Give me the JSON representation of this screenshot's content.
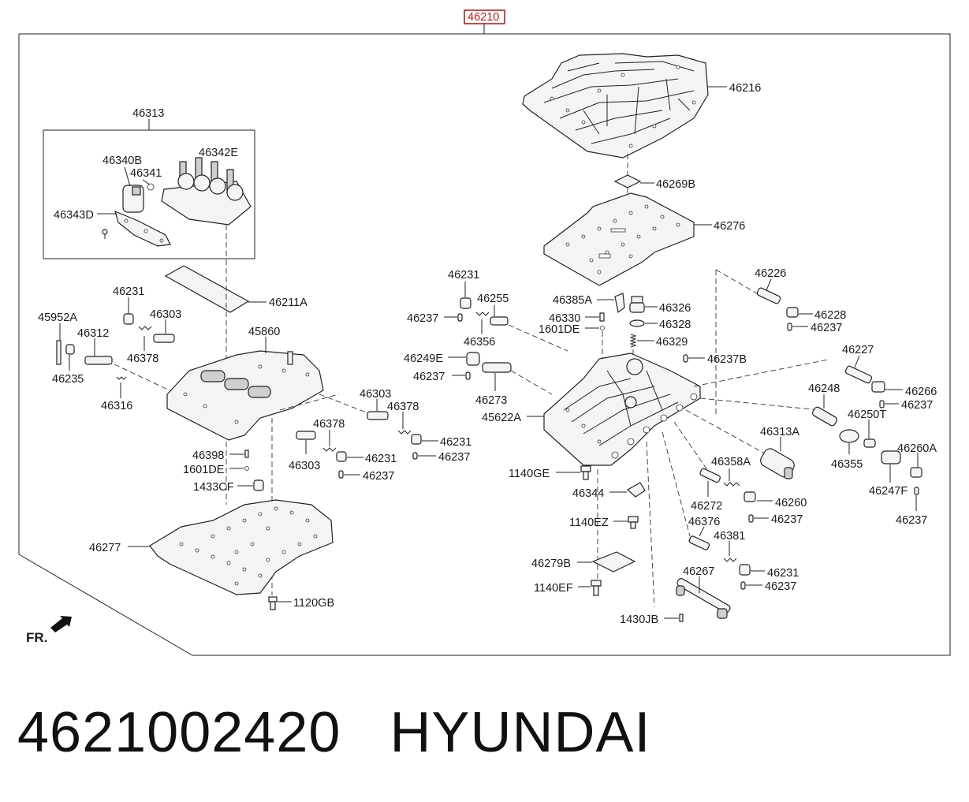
{
  "assembly_number": "46210",
  "part_number": "4621002420",
  "brand": "HYUNDAI",
  "front_marker": "FR.",
  "callouts": {
    "p46216": "46216",
    "p46269B": "46269B",
    "p46276": "46276",
    "p46313": "46313",
    "p46340B": "46340B",
    "p46342E": "46342E",
    "p46341": "46341",
    "p46343D": "46343D",
    "p46211A": "46211A",
    "p46231_a": "46231",
    "p46303_a": "46303",
    "p45952A": "45952A",
    "p46312": "46312",
    "p46378_a": "46378",
    "p46235": "46235",
    "p45860": "45860",
    "p46316": "46316",
    "p46303_b": "46303",
    "p46378_b": "46378",
    "p46231_b": "46231",
    "p46237_a": "46237",
    "p46378_c": "46378",
    "p46303_c": "46303",
    "p46231_c": "46231",
    "p46237_b": "46237",
    "p46398": "46398",
    "p1601DE_a": "1601DE",
    "p1433CF": "1433CF",
    "p46277": "46277",
    "p1120GB": "1120GB",
    "p46231_d": "46231",
    "p46255": "46255",
    "p46237_c": "46237",
    "p46356": "46356",
    "p46249E": "46249E",
    "p46237_d": "46237",
    "p46273": "46273",
    "p45622A": "45622A",
    "p46385A": "46385A",
    "p46326": "46326",
    "p46330": "46330",
    "p46328": "46328",
    "p1601DE_b": "1601DE",
    "p46329": "46329",
    "p46237B": "46237B",
    "p46226": "46226",
    "p46228": "46228",
    "p46237_e": "46237",
    "p46227": "46227",
    "p46266": "46266",
    "p46237_f": "46237",
    "p46248": "46248",
    "p46250T": "46250T",
    "p46313A": "46313A",
    "p46355": "46355",
    "p46260A": "46260A",
    "p46247F": "46247F",
    "p46237_g": "46237",
    "p46358A": "46358A",
    "p46272": "46272",
    "p46260": "46260",
    "p46237_h": "46237",
    "p1140GE": "1140GE",
    "p46344": "46344",
    "p1140EZ": "1140EZ",
    "p46376": "46376",
    "p46381": "46381",
    "p46231_e": "46231",
    "p46237_i": "46237",
    "p46279B": "46279B",
    "p46267": "46267",
    "p1140EF": "1140EF",
    "p1430JB": "1430JB"
  },
  "colors": {
    "assembly_box": "#c21a1a",
    "line": "#222222",
    "text": "#1a1a1a"
  }
}
